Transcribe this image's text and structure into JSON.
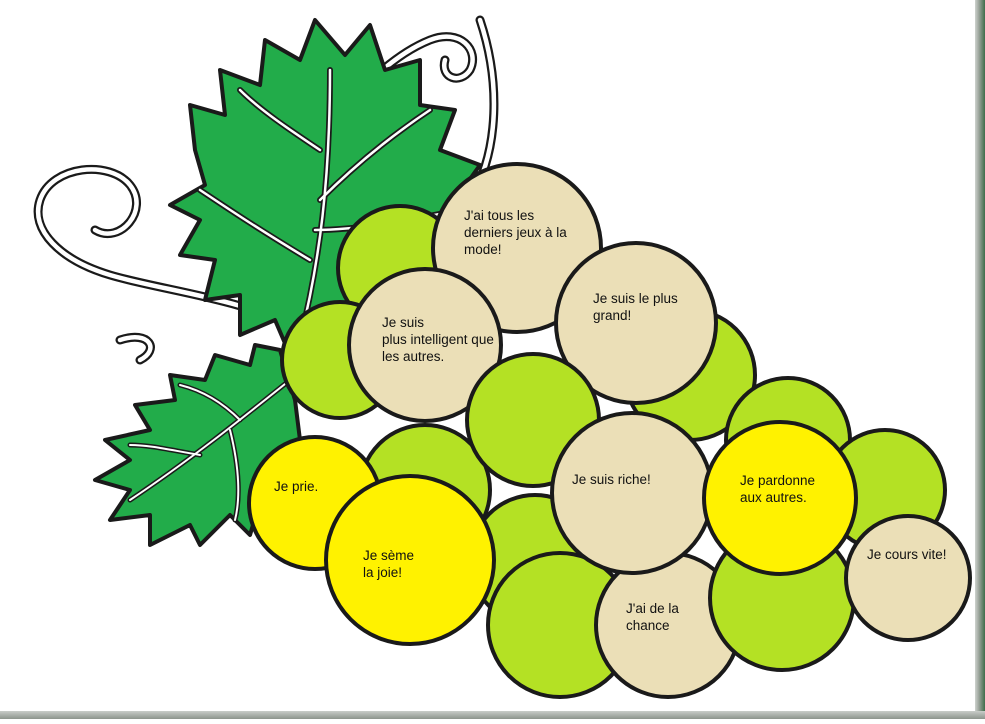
{
  "palette": {
    "leaf": "#22ac4a",
    "grape_lime": "#b4e124",
    "grape_yellow": "#fff200",
    "grape_beige": "#ebdfb7",
    "outline": "#1a1a1a"
  },
  "icons": [
    "vine-leaf-icon",
    "grape-icon",
    "tendril-icon"
  ],
  "grapes": [
    {
      "id": "grape-1",
      "text": "J'ai tous les\nderniers jeux à la\nmode!"
    },
    {
      "id": "grape-2",
      "text": "Je suis le plus\ngrand!"
    },
    {
      "id": "grape-3",
      "text": "Je suis\nplus intelligent que\nles autres."
    },
    {
      "id": "grape-4",
      "text": "Je prie."
    },
    {
      "id": "grape-5",
      "text": "Je sème\n  la joie!"
    },
    {
      "id": "grape-6",
      "text": "Je suis riche!"
    },
    {
      "id": "grape-7",
      "text": "Je pardonne\naux autres."
    },
    {
      "id": "grape-8",
      "text": "Je cours vite!"
    },
    {
      "id": "grape-9",
      "text": "J'ai de la\nchance"
    }
  ]
}
